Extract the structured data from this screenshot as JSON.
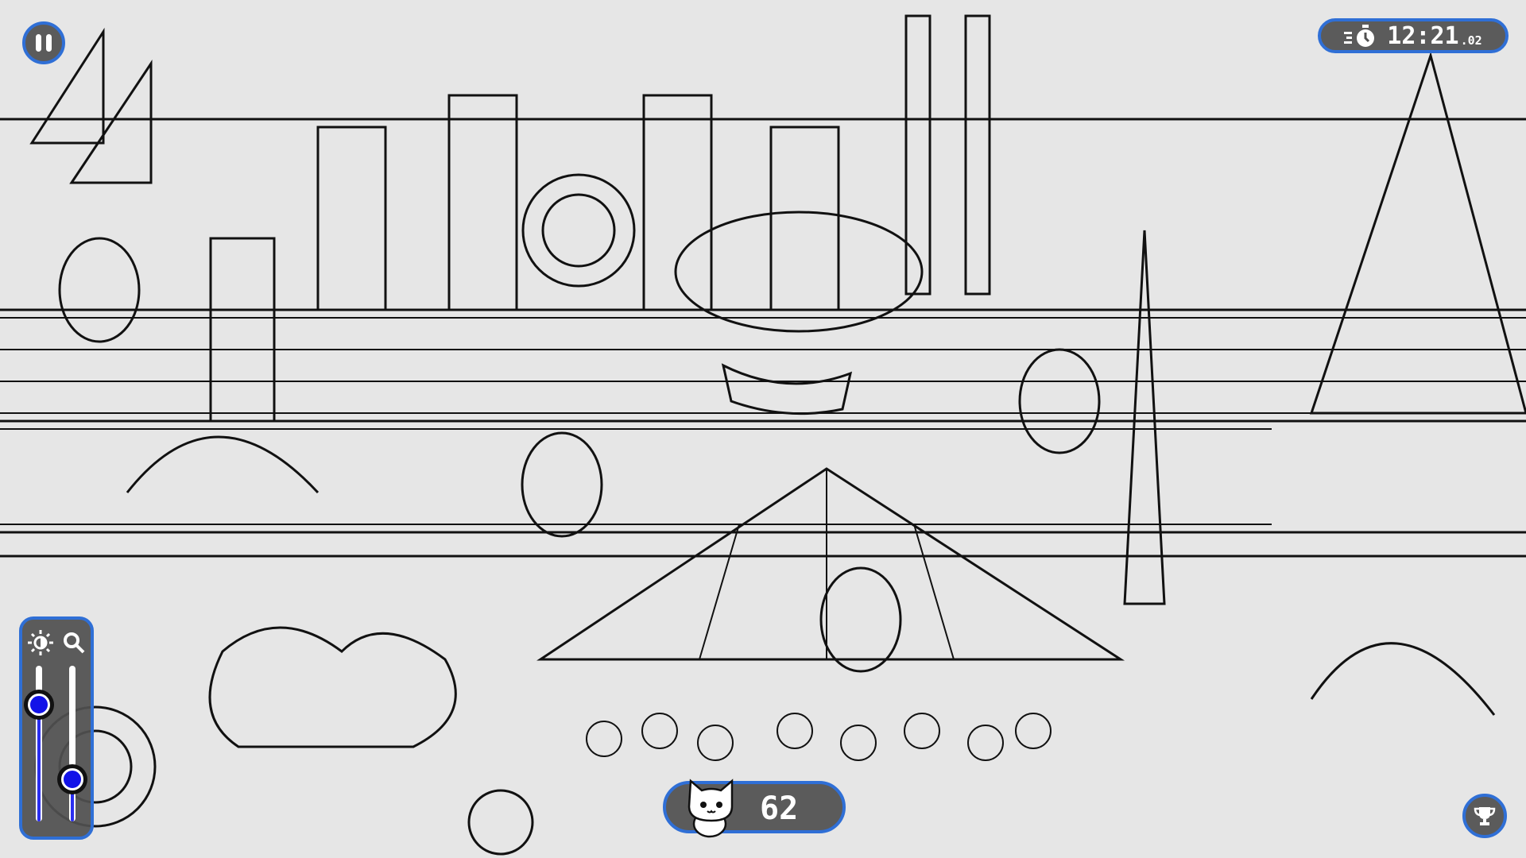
{
  "game": {
    "timer": {
      "icon": "stopwatch-icon",
      "time": "12:21",
      "fraction": ".02"
    },
    "found_counter": {
      "icon": "cat-icon",
      "value": "62"
    },
    "controls": {
      "pause": {
        "icon": "pause-icon"
      },
      "trophy": {
        "icon": "trophy-icon"
      },
      "brightness_slider": {
        "icon": "brightness-icon",
        "level": 0.75
      },
      "zoom_slider": {
        "icon": "magnifier-icon",
        "level": 0.27
      }
    }
  },
  "colors": {
    "accent": "#2f6fd6",
    "hud_bg": "#505050",
    "slider_fill": "#2a2ef0"
  }
}
